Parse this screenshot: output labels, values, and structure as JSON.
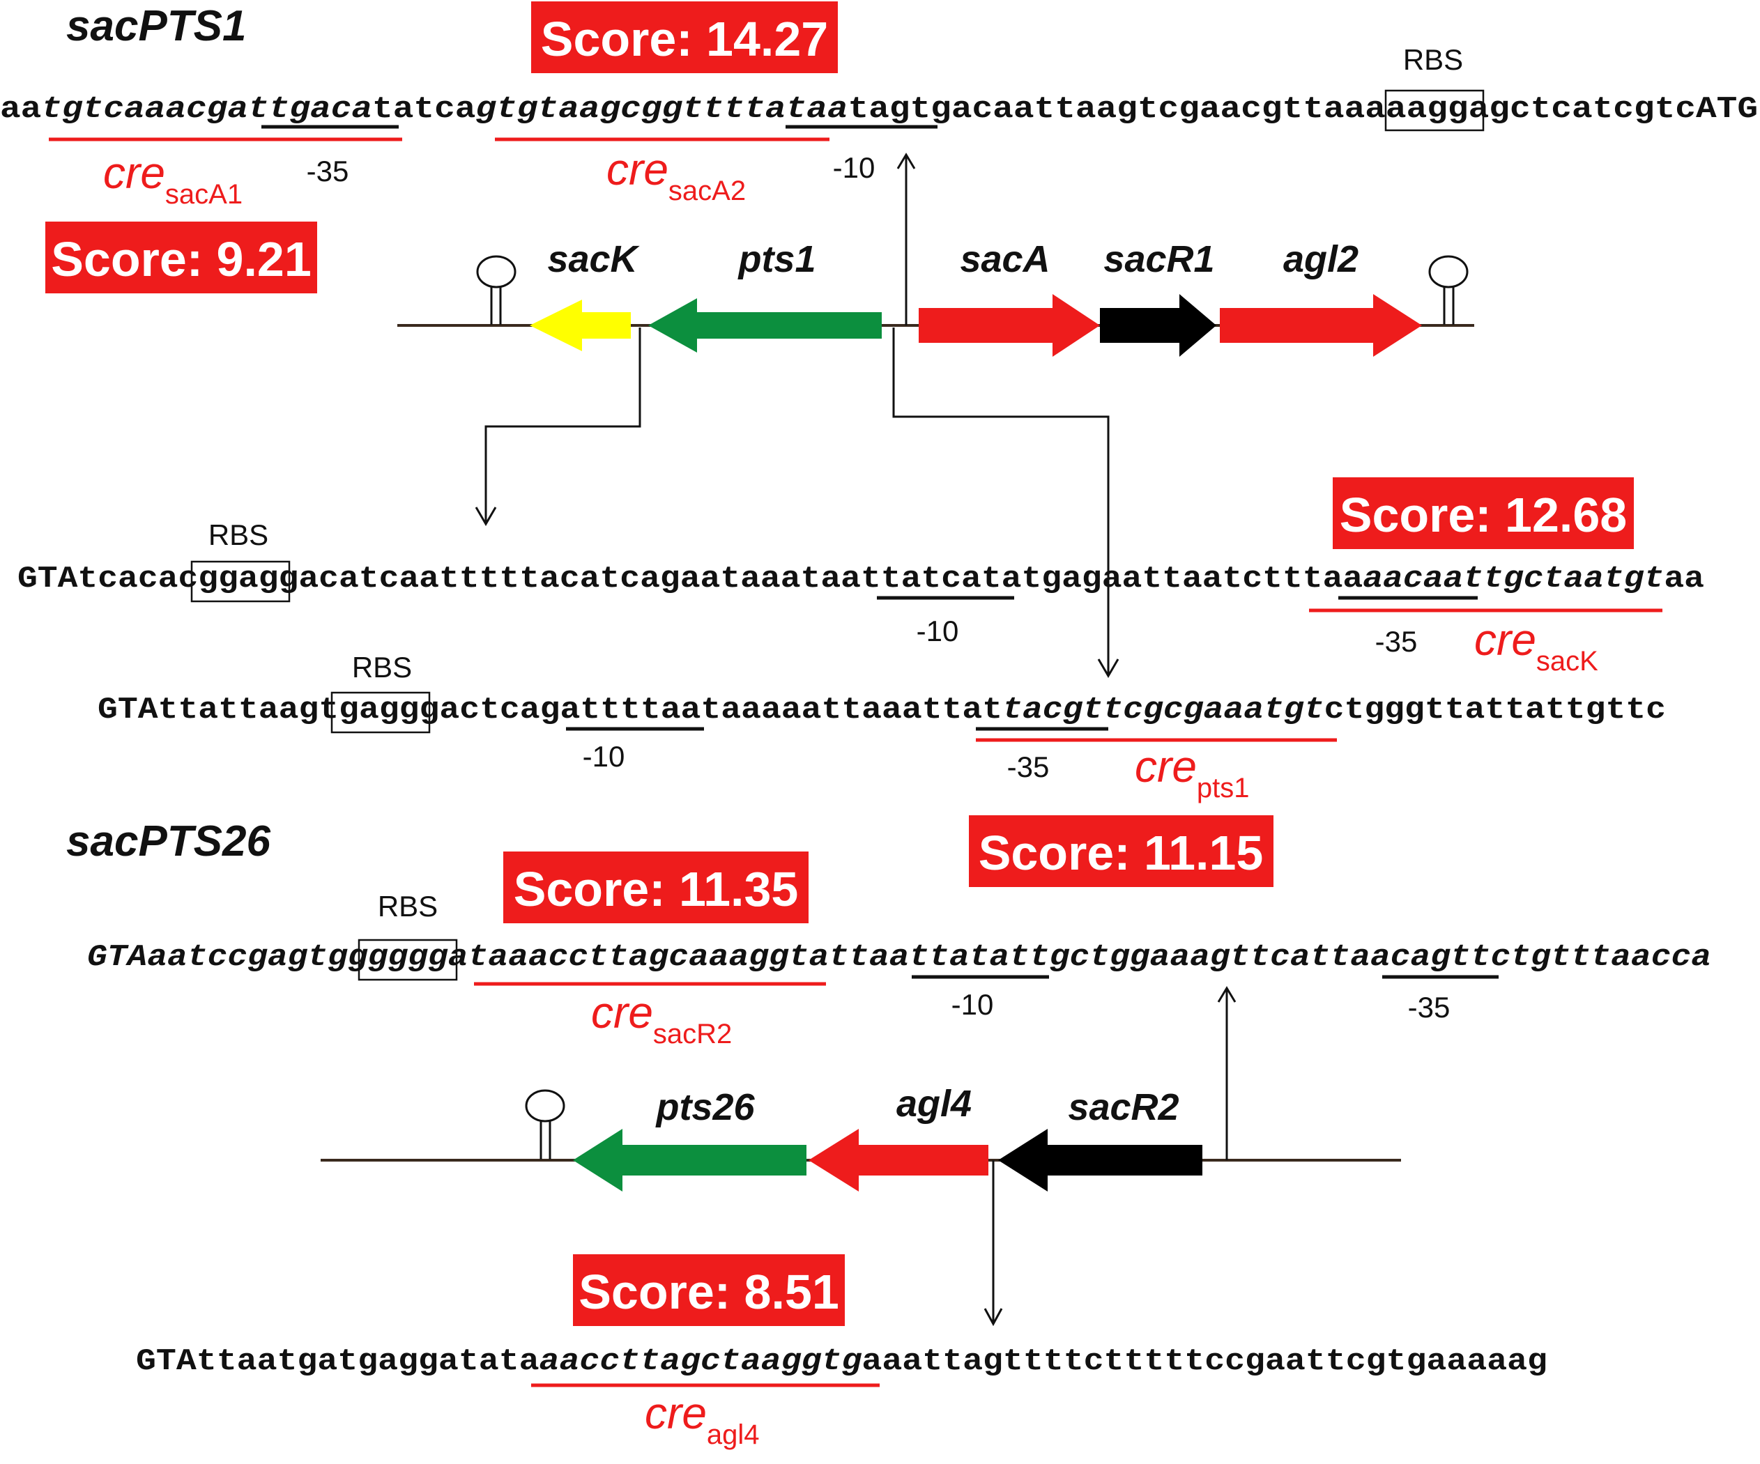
{
  "operons": [
    {
      "title": "sacPTS1"
    },
    {
      "title": "sacPTS26"
    }
  ],
  "colors": {
    "red": "#ee1c1c",
    "green": "#0c8f3e",
    "yellow": "#ffff00",
    "black": "#000000",
    "line": "#3a2a1e"
  },
  "scores": {
    "sacA2": "Score: 14.27",
    "sacA1": "Score: 9.21",
    "sacK": "Score: 12.68",
    "pts1": "Score: 11.15",
    "sacR2": "Score: 11.35",
    "agl4": "Score: 8.51"
  },
  "genes": {
    "sacK": "sacK",
    "pts1": "pts1",
    "sacA": "sacA",
    "sacR1": "sacR1",
    "agl2": "agl2",
    "pts26": "pts26",
    "agl4": "agl4",
    "sacR2": "sacR2"
  },
  "cre_sites": {
    "sacA1": {
      "main": "cre",
      "sub": "sacA1"
    },
    "sacA2": {
      "main": "cre",
      "sub": "sacA2"
    },
    "sacK": {
      "main": "cre",
      "sub": "sacK"
    },
    "pts1": {
      "main": "cre",
      "sub": "pts1"
    },
    "sacR2": {
      "main": "cre",
      "sub": "sacR2"
    },
    "agl4": {
      "main": "cre",
      "sub": "agl4"
    }
  },
  "labels": {
    "rbs": "RBS",
    "m35": "-35",
    "m10": "-10"
  },
  "sequences": {
    "seq1": [
      {
        "t": "aa"
      },
      {
        "t": "tgtcaaacga",
        "i": true
      },
      {
        "t": "ttgaca",
        "i": true
      },
      {
        "t": "tatca"
      },
      {
        "t": "gtgtaagcggttt",
        "i": true
      },
      {
        "t": "tataa",
        "i": true
      },
      {
        "t": "tagtgacaattaagtcgaacgttaa"
      },
      {
        "t": "aaagg"
      },
      {
        "t": "agctcatcgtcATG"
      }
    ],
    "seq2": [
      {
        "t": "GTAtcacac"
      },
      {
        "t": "ggagg"
      },
      {
        "t": "acatcaatttttacatcagaataaataatt"
      },
      {
        "t": "atcatat"
      },
      {
        "t": "gagaattaatctttaa"
      },
      {
        "t": "aacaattgctaatgt",
        "i": true
      },
      {
        "t": "aa"
      }
    ],
    "seq3": [
      {
        "t": "GTAttattaagt"
      },
      {
        "t": "gaggg"
      },
      {
        "t": "actcaga"
      },
      {
        "t": "ttttaat"
      },
      {
        "t": "aaaaattaaattat"
      },
      {
        "t": "tacgttcgcgaaatgt",
        "i": true
      },
      {
        "t": "ctgggttattattgttc"
      }
    ],
    "seq4": [
      {
        "t": "GTAaatccgagtgg",
        "i": true
      },
      {
        "t": "gggga",
        "i": true
      },
      {
        "t": "t",
        "i": true
      },
      {
        "t": "aaaccttagcaaaggt",
        "i": true
      },
      {
        "t": "atta",
        "i": true
      },
      {
        "t": "attatat",
        "i": true
      },
      {
        "t": "tgctggaaagttcatta",
        "i": true
      },
      {
        "t": "acagtt",
        "i": true
      },
      {
        "t": "ctgtttaacca",
        "i": true
      }
    ],
    "seq5": [
      {
        "t": "GTAttaatgatgaggatata"
      },
      {
        "t": "aaccttagctaaggtg",
        "i": true
      },
      {
        "t": "aaattagttttctttttccgaattcgtgaaaaag"
      }
    ]
  }
}
